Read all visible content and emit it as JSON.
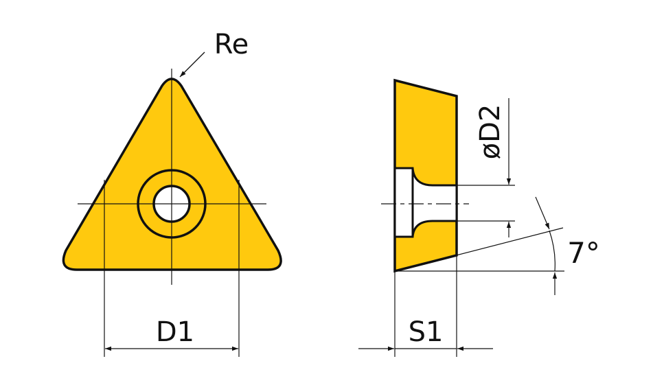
{
  "labels": {
    "corner_radius": "Re",
    "inscribed_diameter": "D1",
    "hole_diameter": "øD2",
    "thickness": "S1",
    "clearance_angle": "7°"
  },
  "colors": {
    "insert_fill": "#FFC90E",
    "outline": "#111111"
  }
}
